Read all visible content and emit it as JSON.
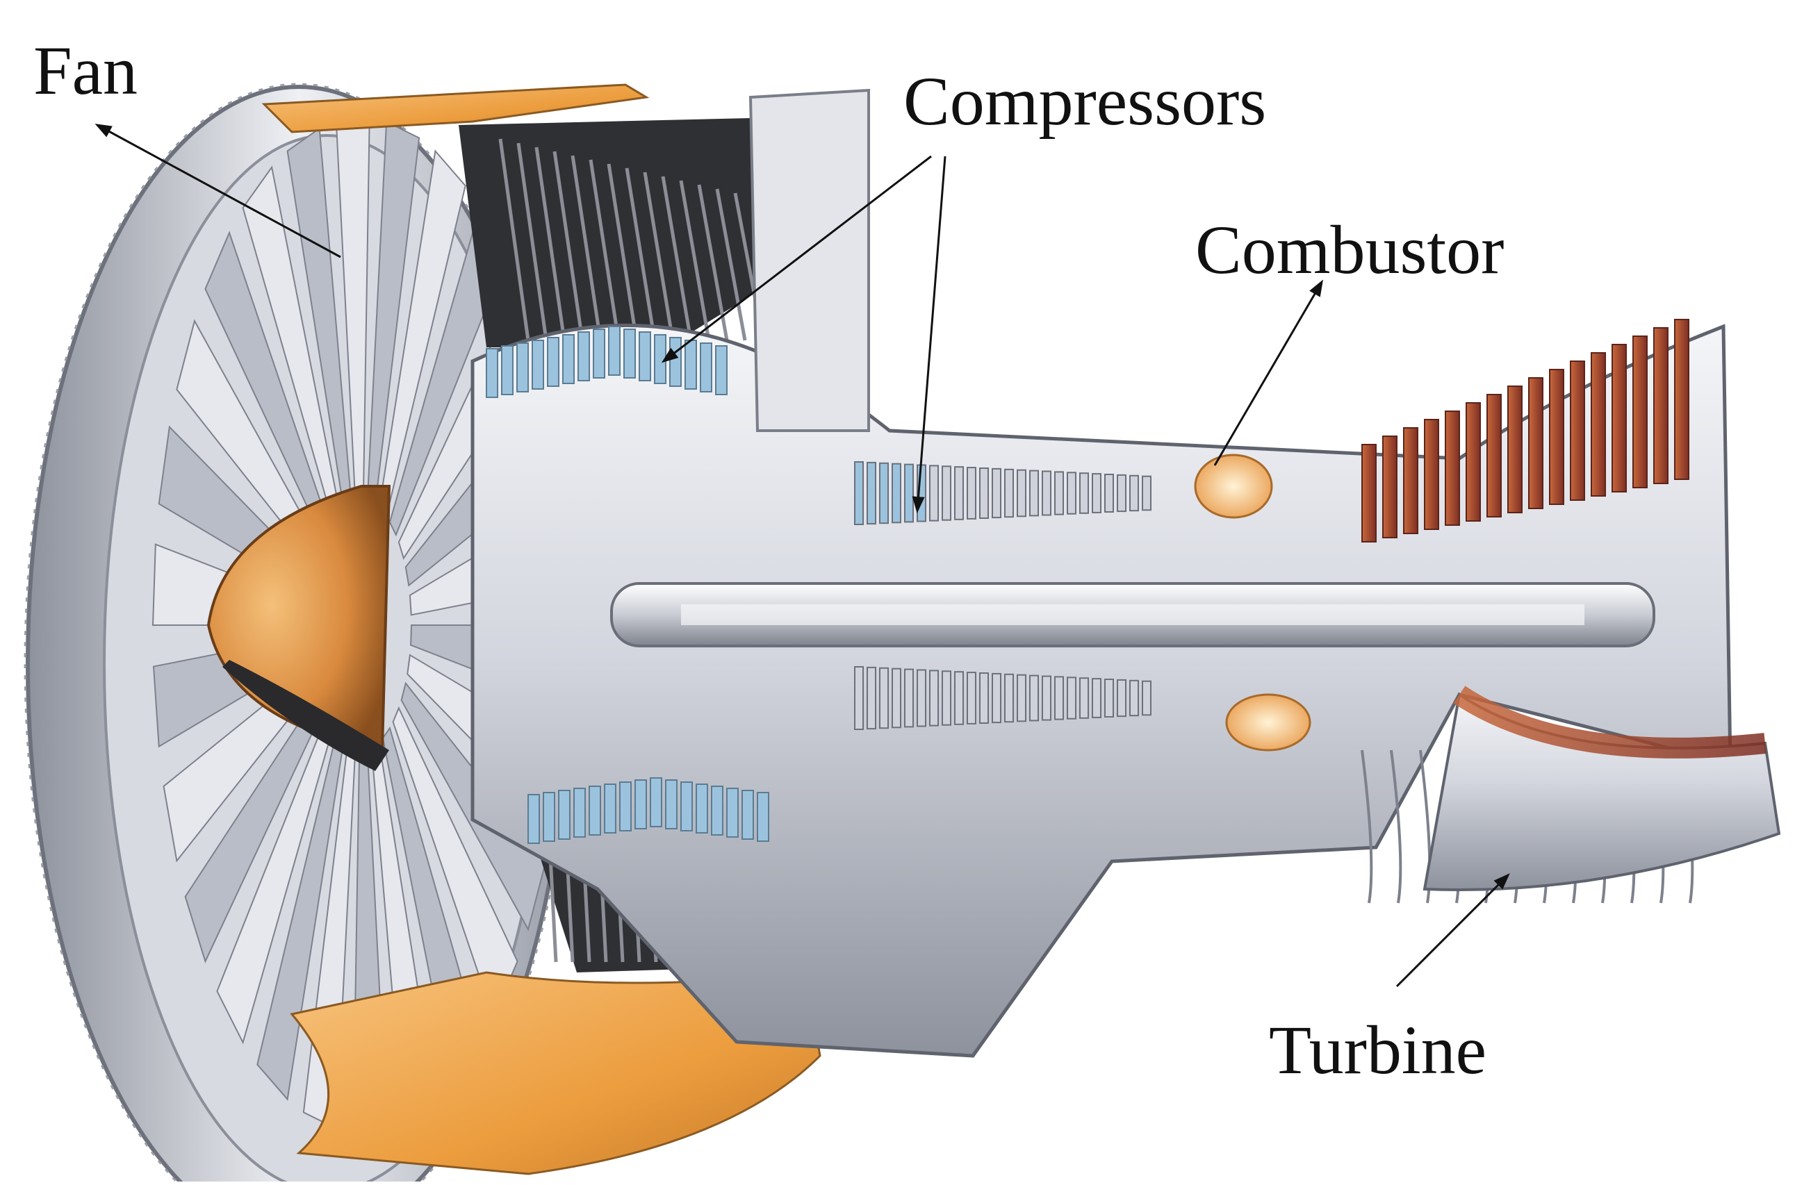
{
  "diagram": {
    "labels": {
      "fan": "Fan",
      "compressors": "Compressors",
      "combustor": "Combustor",
      "turbine": "Turbine"
    }
  },
  "colors": {
    "metal_light": "#e6e8ee",
    "metal_mid": "#b9bdc8",
    "metal_dark": "#7d818c",
    "compressor_blue": "#9cc3de",
    "fan_blade_shadow": "#3a3a3e",
    "nacelle_orange": "#f0a446",
    "spinner_orange": "#d98a3e",
    "turbine_copper": "#a24a36",
    "combustor_glow": "#f6c878",
    "arrow": "#111111"
  }
}
